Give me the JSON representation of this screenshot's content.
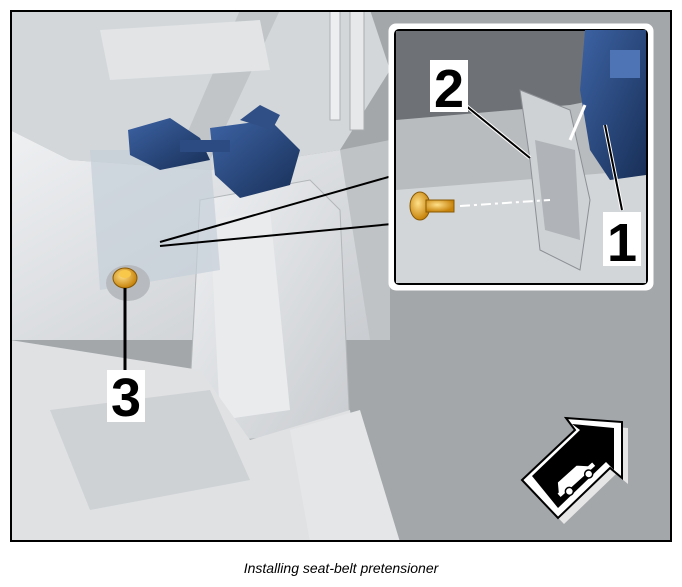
{
  "callouts": {
    "one": "1",
    "two": "2",
    "three": "3"
  },
  "caption": "Installing seat-belt pretensioner",
  "icons": {
    "direction": "direction-arrow-car-icon"
  },
  "colors": {
    "pretensioner_blue": "#22406f",
    "bolt_orange": "#e3a21a",
    "body_grey": "#d7dadd",
    "background_grey": "#9a9d9f"
  }
}
